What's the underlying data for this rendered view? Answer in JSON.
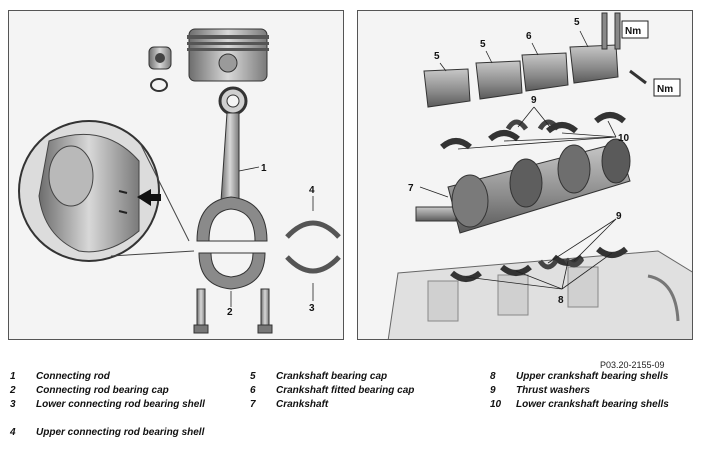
{
  "figure_code": "P03.20-2155-09",
  "callouts": {
    "n1": "1",
    "n2": "2",
    "n3": "3",
    "n4": "4",
    "n5": "5",
    "n6": "6",
    "n7": "7",
    "n8": "8",
    "n9": "9",
    "n10": "10",
    "nm": "Nm"
  },
  "legend": [
    {
      "num": "1",
      "text": "Connecting rod"
    },
    {
      "num": "2",
      "text": "Connecting rod bearing cap"
    },
    {
      "num": "3",
      "text": "Lower connecting rod bearing shell"
    },
    {
      "num": "4",
      "text": "Upper connecting rod bearing shell"
    },
    {
      "num": "5",
      "text": "Crankshaft bearing cap"
    },
    {
      "num": "6",
      "text": "Crankshaft fitted bearing cap"
    },
    {
      "num": "7",
      "text": "Crankshaft"
    },
    {
      "num": "8",
      "text": "Upper crankshaft bearing shells"
    },
    {
      "num": "9",
      "text": "Thrust washers"
    },
    {
      "num": "10",
      "text": "Lower crankshaft bearing shells"
    }
  ]
}
